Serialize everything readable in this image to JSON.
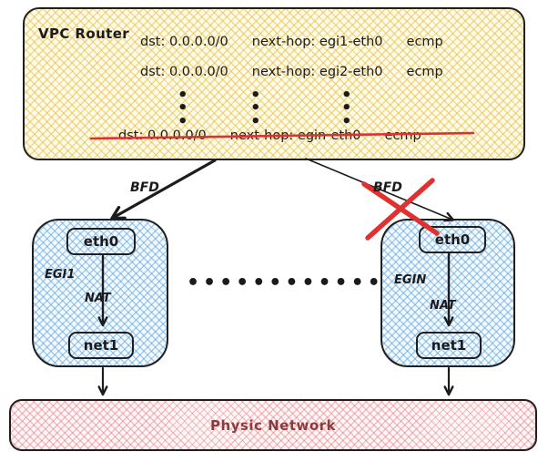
{
  "diagram": {
    "router": {
      "title": "VPC Router",
      "routes": [
        {
          "dst": "dst: 0.0.0.0/0",
          "next_hop": "next-hop: egi1-eth0",
          "mode": "ecmp"
        },
        {
          "dst": "dst: 0.0.0.0/0",
          "next_hop": "next-hop: egi2-eth0",
          "mode": "ecmp"
        }
      ],
      "struck_route": {
        "dst": "dst: 0.0.0.0/0",
        "next_hop": "next-hop: egin-eth0",
        "mode": "ecmp"
      },
      "vertical_ellipsis": "•\n•\n•"
    },
    "links": {
      "bfd_left_label": "BFD",
      "bfd_right_label": "BFD"
    },
    "egi_left": {
      "name": "EGI1",
      "eth": "eth0",
      "nat": "NAT",
      "net": "net1"
    },
    "egi_right": {
      "name": "EGIN",
      "eth": "eth0",
      "nat": "NAT",
      "net": "net1"
    },
    "separator_dots": "•••••••••••••",
    "physic_network": {
      "label": "Physic Network"
    },
    "colors": {
      "router_fill": "#fffbe8",
      "router_hatch": "#e2bd40",
      "egi_hatch": "#589ed6",
      "network_hatch": "#e07882",
      "stroke": "#1f1f1f",
      "alert_red": "#e03131",
      "network_text": "#8e3b3b"
    }
  }
}
